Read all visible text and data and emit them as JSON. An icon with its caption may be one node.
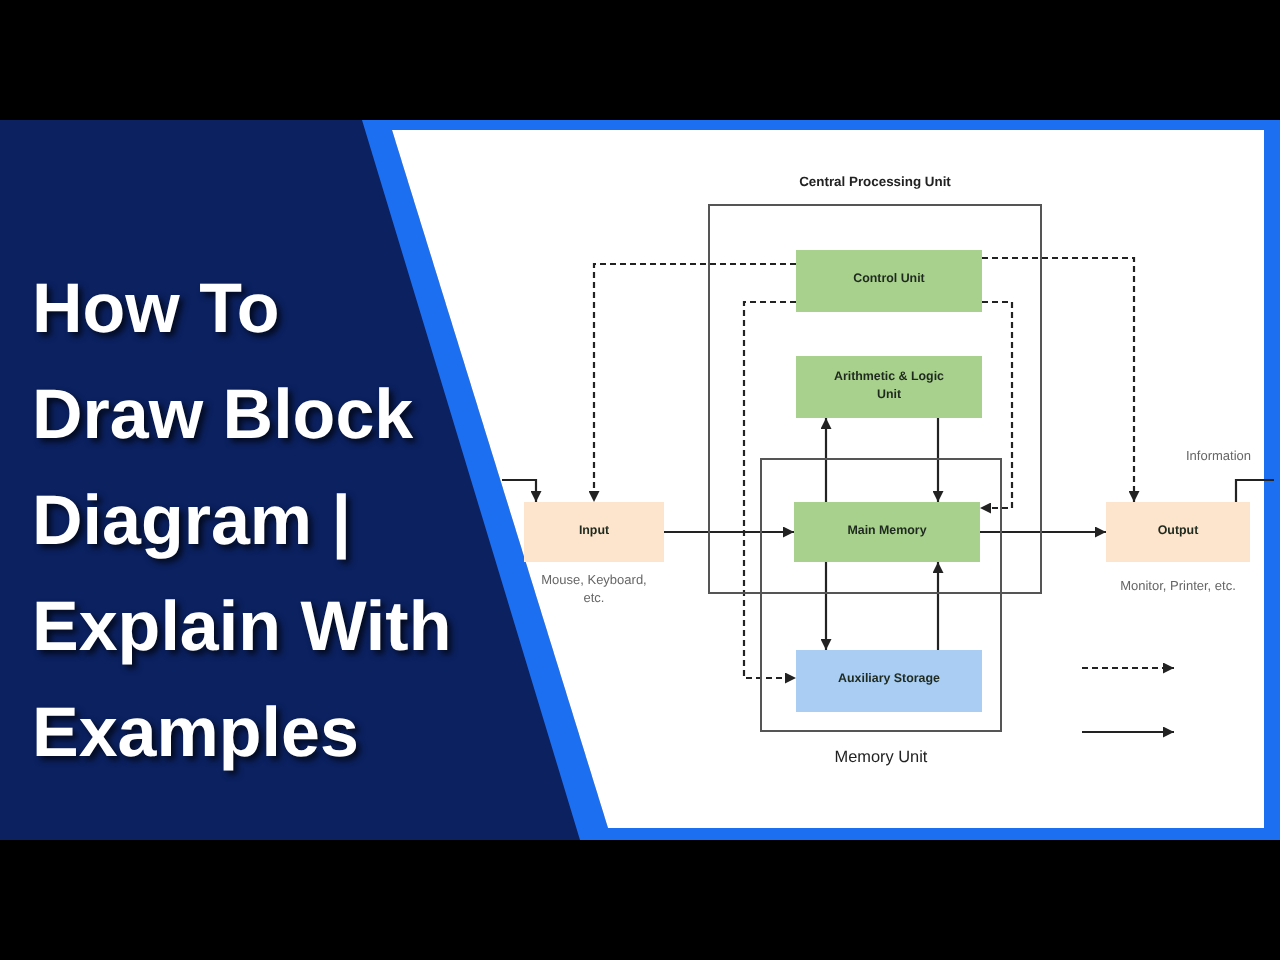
{
  "diagram": {
    "title": "How To Draw Block Diagram | Explain With Examples",
    "nodes": [
      {
        "text": [
          "Central Processing Unit"
        ]
      },
      {
        "text": [
          "Control Unit"
        ],
        "in": 0
      },
      {
        "text": [
          "Arithmetic & Logic Unit"
        ],
        "in": 0
      },
      {
        "text": [
          "Memory Unit"
        ]
      },
      {
        "text": [
          "Main Memory"
        ]
      },
      {
        "text": [
          "Auxiliary Storage"
        ],
        "in": 3
      },
      {
        "text": [
          "Input"
        ],
        "beside": [
          "Mouse, Keyboard, etc."
        ]
      },
      {
        "text": [
          "Output"
        ],
        "beside": [
          "Monitor, Printer, etc."
        ]
      }
    ],
    "edges": [
      {
        "from": 6,
        "to": 4,
        "arrow": "to"
      },
      {
        "from": 4,
        "to": 7,
        "arrow": "to"
      },
      {
        "from": 4,
        "to": 2,
        "arrow": "to"
      },
      {
        "from": 2,
        "to": 4,
        "arrow": "to"
      },
      {
        "from": 4,
        "to": 5,
        "arrow": "to"
      },
      {
        "from": 5,
        "to": 4,
        "arrow": "to"
      },
      {
        "from": 1,
        "to": 6,
        "arrow": "to",
        "style": "dashed"
      },
      {
        "from": 1,
        "to": 7,
        "arrow": "to",
        "style": "dashed"
      },
      {
        "from": 1,
        "to": 4,
        "arrow": "to",
        "style": "dashed"
      },
      {
        "from": 1,
        "to": 5,
        "arrow": "to",
        "style": "dashed"
      },
      {
        "from": null,
        "to": 6,
        "arrow": "to"
      },
      {
        "from": 7,
        "to": null,
        "arrow": "none",
        "label": "Information"
      }
    ]
  }
}
